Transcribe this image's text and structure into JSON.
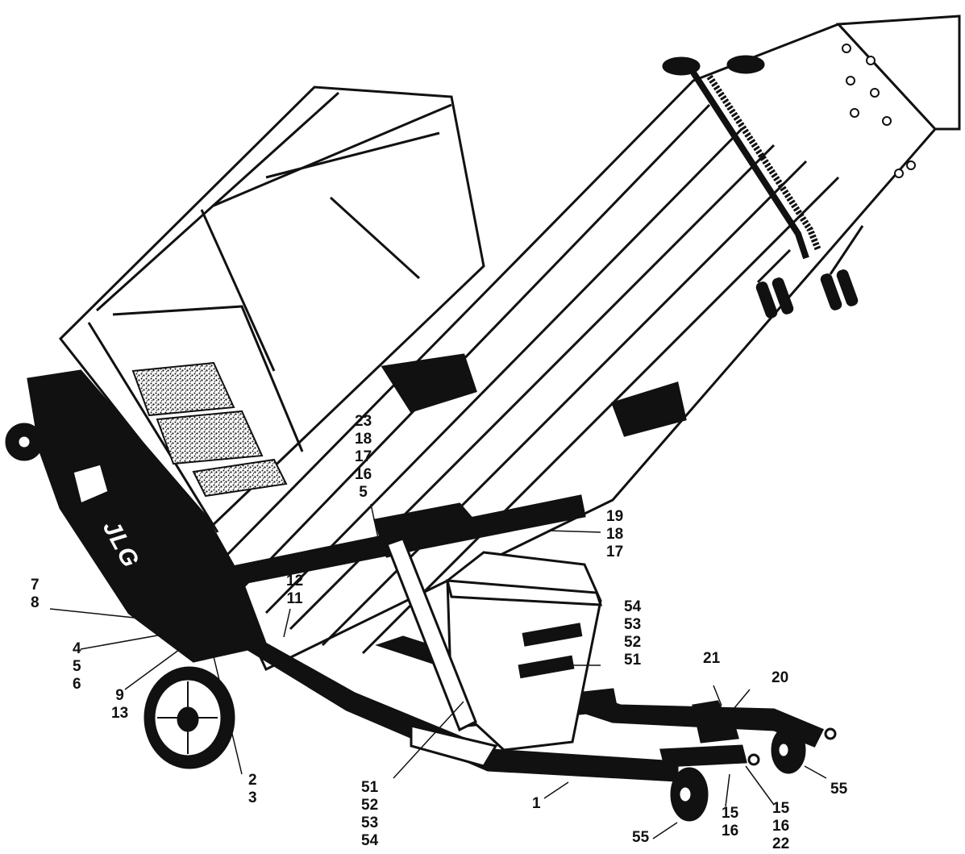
{
  "brand": "JLG",
  "colors": {
    "ink": "#111111",
    "paper": "#ffffff",
    "grey": "#cfcfcf"
  },
  "callouts": {
    "c1": [
      "23",
      "18",
      "17",
      "16",
      "5"
    ],
    "c2": [
      "19",
      "18",
      "17"
    ],
    "c3": [
      "12",
      "11"
    ],
    "c4": [
      "7",
      "8"
    ],
    "c5": [
      "4",
      "5",
      "6"
    ],
    "c6": [
      "9",
      "13"
    ],
    "c7": [
      "2",
      "3"
    ],
    "c8": [
      "54",
      "53",
      "52",
      "51"
    ],
    "c9": [
      "21"
    ],
    "c10": [
      "20"
    ],
    "c11": [
      "51",
      "52",
      "53",
      "54"
    ],
    "c12": [
      "1"
    ],
    "c13": [
      "55"
    ],
    "c14": [
      "15",
      "16"
    ],
    "c15": [
      "15",
      "16",
      "22"
    ],
    "c16": [
      "55"
    ]
  }
}
